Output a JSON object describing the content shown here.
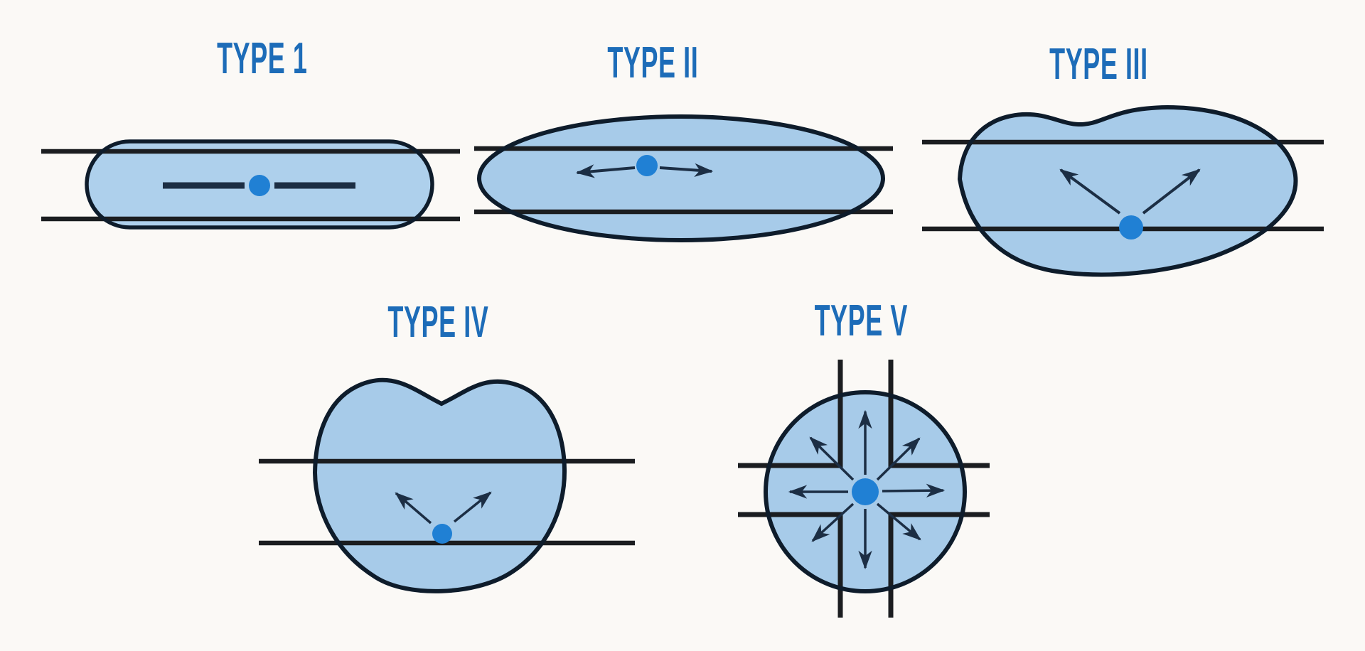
{
  "figure": {
    "description": "Classification diagram of five lesion spread types shown as blue shapes crossed by cortical plate lines",
    "panels": [
      {
        "id": "type-1",
        "label": "TYPE 1",
        "shape": "capsule between the two plate lines",
        "spread_arrows": "two horizontal bars from center, contained"
      },
      {
        "id": "type-2",
        "label": "TYPE II",
        "shape": "wide ellipse bulging past both plate lines",
        "spread_arrows": "left and right"
      },
      {
        "id": "type-3",
        "label": "TYPE III",
        "shape": "bean shape bulging below lower plate line",
        "spread_arrows": "upper-left and upper-right"
      },
      {
        "id": "type-4",
        "label": "TYPE IV",
        "shape": "large kidney shape bulging above and below plate lines",
        "spread_arrows": "upper-left and upper-right"
      },
      {
        "id": "type-5",
        "label": "TYPE V",
        "shape": "circle over crossed vertical and horizontal plate lines",
        "spread_arrows": "eight radial directions"
      }
    ]
  },
  "colors": {
    "background": "#fbf9f6",
    "title_blue": "#1d6cb8",
    "shape_fill": "#a7cbe9",
    "shape_fill_light": "#aed0ec",
    "shape_outline": "#0e1c2b",
    "plate_line": "#1b1d20",
    "arrow_dark": "#1c2e44",
    "dot_blue": "#2080d4"
  }
}
